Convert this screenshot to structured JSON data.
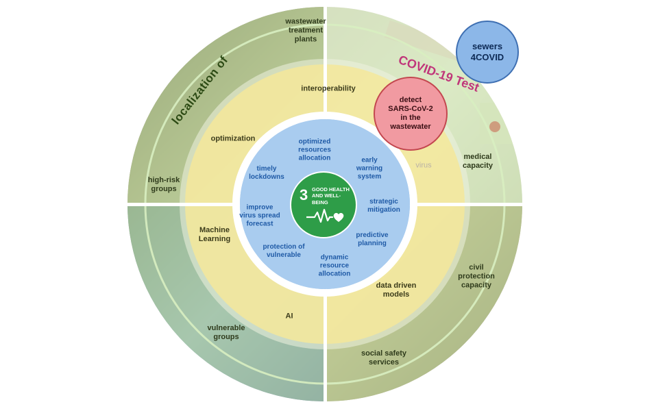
{
  "badges": {
    "sewers": "sewers\n4COVID",
    "detect": "detect\nSARS-CoV-2\nin the\nwastewater"
  },
  "background_text": {
    "covid_test": "COVID-19 Test",
    "virus": "virus"
  },
  "outer_ring": {
    "title": "localization of",
    "labels": [
      "wastewater\ntreatment\nplants",
      "medical\ncapacity",
      "high-risk\ngroups",
      "civil\nprotection\ncapacity",
      "vulnerable\ngroups",
      "social safety\nservices"
    ]
  },
  "middle_ring": {
    "labels": [
      "interoperability",
      "optimization",
      "Machine\nLearning",
      "data driven\nmodels",
      "AI"
    ]
  },
  "inner_circle": {
    "labels": [
      "optimized\nresources\nallocation",
      "early\nwarning\nsystem",
      "timely\nlockdowns",
      "strategic\nmitigation",
      "improve\nvirus spread\nforecast",
      "predictive\nplanning",
      "protection of\nvulnerable",
      "dynamic\nresource\nallocation"
    ]
  },
  "center": {
    "goal_number": "3",
    "goal_text": "GOOD HEALTH\nAND WELL-BEING"
  },
  "colors": {
    "outer_ring": "#c9e6a8",
    "middle_ring": "#f4e79a",
    "inner_circle": "#a9ccef",
    "sdg_green": "#2e9d48",
    "sewers_bubble": "#8cb7e8",
    "detect_bubble": "#f19aa1"
  }
}
